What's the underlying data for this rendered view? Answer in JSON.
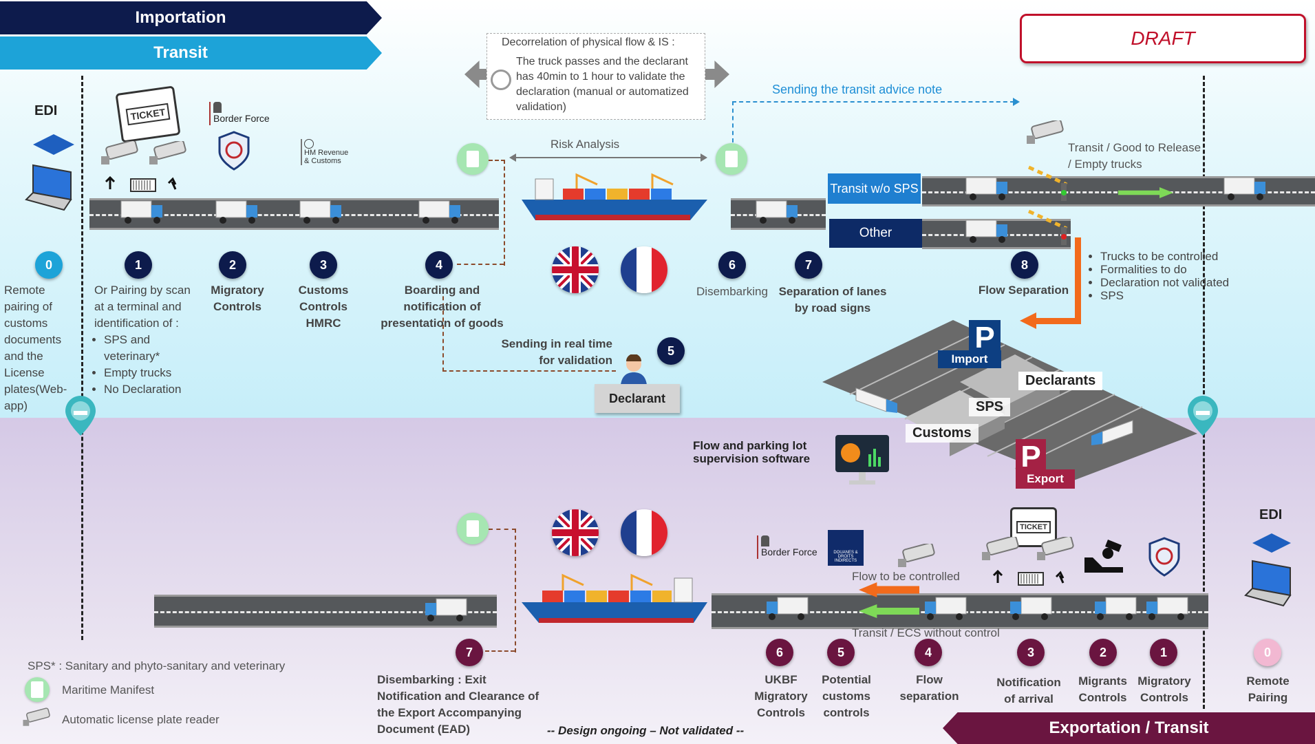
{
  "banners": {
    "importation": "Importation",
    "transit": "Transit",
    "exportation": "Exportation / Transit",
    "draft": "DRAFT"
  },
  "decorrelation": {
    "title": "Decorrelation of physical flow & IS :",
    "text": "The truck passes and the declarant has 40min to 1 hour to validate the declaration (manual or automatized validation)"
  },
  "top": {
    "edi": "EDI",
    "border_force": "Border Force",
    "hmrc": "HM Revenue & Customs",
    "ticket": "TICKET",
    "risk_analysis": "Risk Analysis",
    "transit_advice": "Sending the transit advice note",
    "transit_good": "Transit / Good to Release / Empty trucks",
    "lane_transit": "Transit  w/o SPS",
    "lane_other": "Other",
    "real_time": "Sending in real time for validation",
    "declarant": "Declarant",
    "controlled_items": [
      "Trucks to be controlled",
      "Formalities to do",
      "Declaration not validated",
      "SPS"
    ],
    "steps": [
      {
        "n": "0",
        "text": "Remote pairing of customs documents and the License plates(Web-app)"
      },
      {
        "n": "1",
        "text": "Or Pairing by scan at a terminal and identification of :"
      },
      {
        "n": "2",
        "text": "Migratory Controls"
      },
      {
        "n": "3",
        "text": "Customs Controls HMRC"
      },
      {
        "n": "4",
        "text": "Boarding and notification of presentation of goods"
      },
      {
        "n": "5",
        "text": ""
      },
      {
        "n": "6",
        "text": "Disembarking"
      },
      {
        "n": "7",
        "text": "Separation of lanes by road signs"
      },
      {
        "n": "8",
        "text": "Flow Separation"
      }
    ],
    "step1_bullets": [
      "SPS and veterinary*",
      "Empty trucks",
      "No Declaration"
    ]
  },
  "parking": {
    "import": "Import",
    "export": "Export",
    "declarants": "Declarants",
    "sps": "SPS",
    "customs": "Customs",
    "p": "P",
    "software": "Flow and parking lot supervision software"
  },
  "bottom": {
    "edi": "EDI",
    "border_force": "Border Force",
    "douanes": "DOUANES & DROITS INDIRECTS",
    "ticket": "TICKET",
    "flow_controlled": "Flow to be controlled",
    "transit_ecs": "Transit / ECS without control",
    "steps": [
      {
        "n": "0",
        "text": "Remote Pairing"
      },
      {
        "n": "1",
        "text": "Migratory Controls"
      },
      {
        "n": "2",
        "text": "Migrants Controls"
      },
      {
        "n": "3",
        "text": "Notification of arrival"
      },
      {
        "n": "4",
        "text": "Flow separation"
      },
      {
        "n": "5",
        "text": "Potential customs controls"
      },
      {
        "n": "6",
        "text": "UKBF Migratory Controls"
      },
      {
        "n": "7",
        "text": "Disembarking : Exit Notification and Clearance of the Export Accompanying Document (EAD)"
      }
    ]
  },
  "legend": {
    "sps": "SPS* : Sanitary and phyto-sanitary and veterinary",
    "manifest": "Maritime Manifest",
    "alpr": "Automatic license plate reader"
  },
  "footer": "-- Design ongoing – Not validated --",
  "colors": {
    "navy": "#0d1b4c",
    "cyan": "#1da3d8",
    "wine": "#6a1540",
    "orange": "#f26a1b",
    "green": "#7ed957",
    "draft_red": "#c0102a"
  }
}
